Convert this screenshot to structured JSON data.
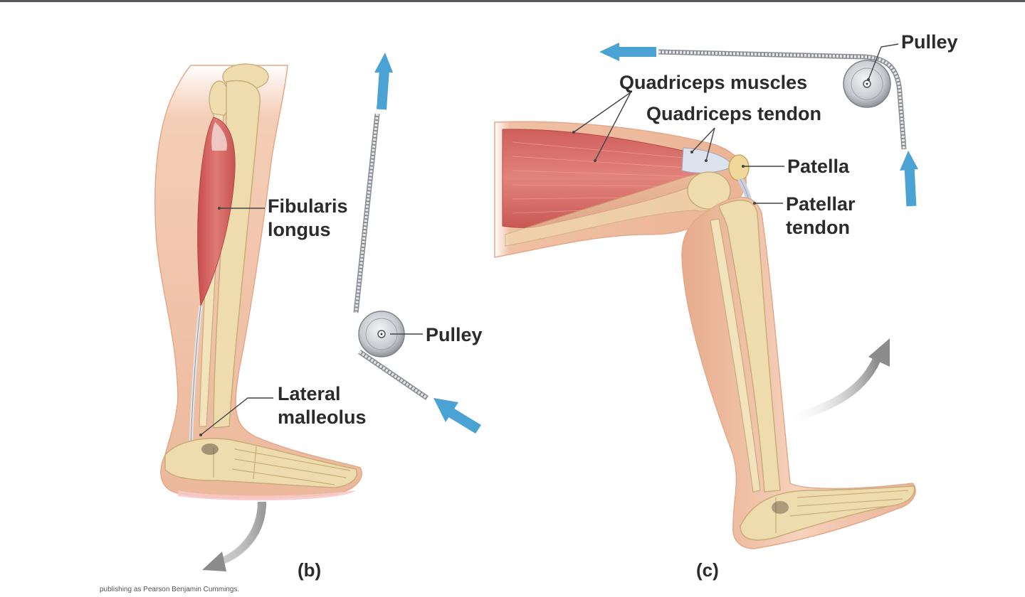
{
  "panel_b": {
    "label": "(b)",
    "labels": {
      "fibularis_line1": "Fibularis",
      "fibularis_line2": "longus",
      "lateral_line1": "Lateral",
      "lateral_line2": "malleolus",
      "pulley": "Pulley"
    }
  },
  "panel_c": {
    "label": "(c)",
    "labels": {
      "pulley": "Pulley",
      "quadriceps_muscles": "Quadriceps muscles",
      "quadriceps_tendon": "Quadriceps tendon",
      "patella": "Patella",
      "patellar_line1": "Patellar",
      "patellar_line2": "tendon"
    }
  },
  "colors": {
    "skin": "#efc1a4",
    "muscle": "#d4605e",
    "bone": "#efdcae",
    "arrow_blue": "#4aa3d3",
    "arrow_gray": "#9a9a9a",
    "pulley": "#c9ccd0"
  },
  "credit": "publishing as Pearson Benjamin Cummings."
}
